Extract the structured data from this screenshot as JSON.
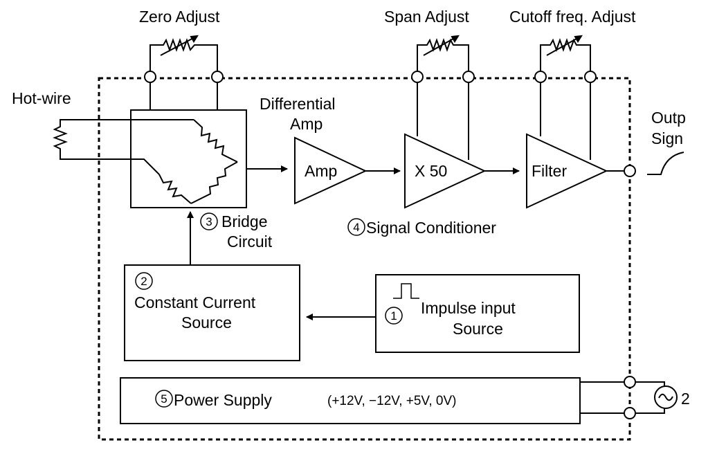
{
  "labels": {
    "zero_adjust": "Zero Adjust",
    "span_adjust": "Span Adjust",
    "cutoff_adjust": "Cutoff freq. Adjust",
    "hot_wire": "Hot-wire",
    "differential": "Differential",
    "amp_caption": "Amp",
    "output_line1": "Outp",
    "output_line2": "Sign",
    "bridge_line1": "Bridge",
    "bridge_line2": "Circuit",
    "signal_conditioner": "Signal Conditioner",
    "ccs_line1": "Constant Current",
    "ccs_line2": "Source",
    "impulse_line1": "Impulse input",
    "impulse_line2": "Source",
    "power_supply": "Power Supply",
    "voltages": "(+12V, −12V, +5V, 0V)",
    "ac_partial": "2"
  },
  "blocks": {
    "amp": "Amp",
    "x50": "X 50",
    "filter": "Filter"
  },
  "markers": {
    "m1": "1",
    "m2": "2",
    "m3": "3",
    "m4": "4",
    "m5": "5"
  },
  "colors": {
    "line": "#000000",
    "background": "#ffffff"
  }
}
